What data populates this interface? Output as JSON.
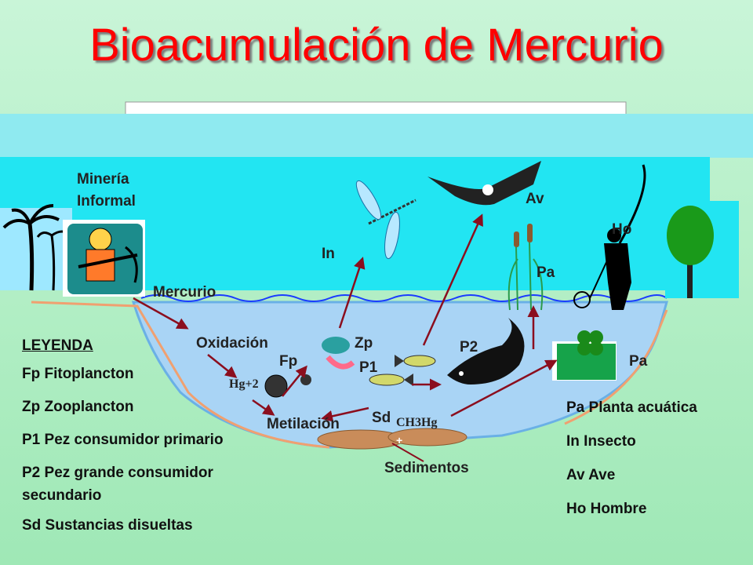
{
  "title": "Bioacumulación de Mercurio",
  "diagram": {
    "labels": {
      "mining": "Minería",
      "mining2": "Informal",
      "mercurio": "Mercurio",
      "oxidacion": "Oxidación",
      "metilacion": "Metilación",
      "hg": "Hg+2",
      "fp": "Fp",
      "zp": "Zp",
      "p1": "P1",
      "p2": "P2",
      "sd": "Sd",
      "ch3hg": "CH3Hg",
      "plus": "+",
      "sedimentos": "Sedimentos",
      "in": "In",
      "av": "Av",
      "ho": "Ho",
      "pa_top": "Pa",
      "pa_right": "Pa"
    },
    "colors": {
      "title": "#ff0000",
      "sky": "#22e5f2",
      "water": "#a9d4f5",
      "arrow": "#8b0e1e"
    }
  },
  "legend_left": {
    "heading": "LEYENDA",
    "items": [
      "Fp  Fitoplancton",
      "Zp  Zooplancton",
      "P1  Pez consumidor primario",
      "P2  Pez grande consumidor",
      "secundario",
      "Sd  Sustancias disueltas"
    ]
  },
  "legend_right": {
    "items": [
      "Pa  Planta acuática",
      "In  Insecto",
      "Av  Ave",
      "Ho  Hombre"
    ]
  }
}
